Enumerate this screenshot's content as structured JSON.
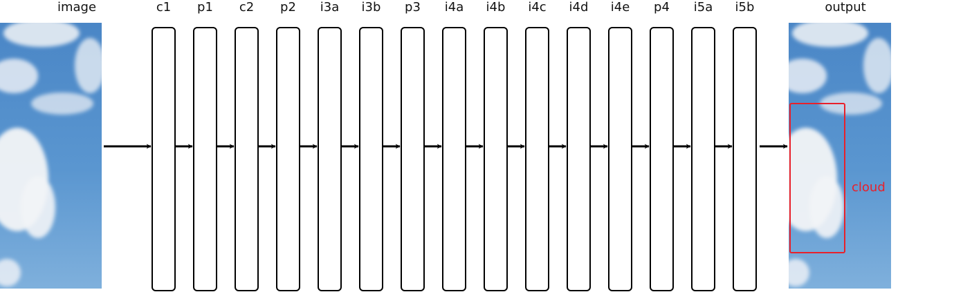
{
  "input": {
    "label": "image"
  },
  "layers": [
    {
      "id": "c1",
      "label": "c1"
    },
    {
      "id": "p1",
      "label": "p1"
    },
    {
      "id": "c2",
      "label": "c2"
    },
    {
      "id": "p2",
      "label": "p2"
    },
    {
      "id": "i3a",
      "label": "i3a"
    },
    {
      "id": "i3b",
      "label": "i3b"
    },
    {
      "id": "p3",
      "label": "p3"
    },
    {
      "id": "i4a",
      "label": "i4a"
    },
    {
      "id": "i4b",
      "label": "i4b"
    },
    {
      "id": "i4c",
      "label": "i4c"
    },
    {
      "id": "i4d",
      "label": "i4d"
    },
    {
      "id": "i4e",
      "label": "i4e"
    },
    {
      "id": "p4",
      "label": "p4"
    },
    {
      "id": "i5a",
      "label": "i5a"
    },
    {
      "id": "i5b",
      "label": "i5b"
    }
  ],
  "output": {
    "label": "output",
    "detection": {
      "label": "cloud",
      "color": "#e8202a"
    }
  },
  "colors": {
    "sky_dark": "#3f7fc0",
    "sky_light": "#8fbbe2",
    "cloud": "#f4f6f8",
    "stroke": "#000000"
  }
}
